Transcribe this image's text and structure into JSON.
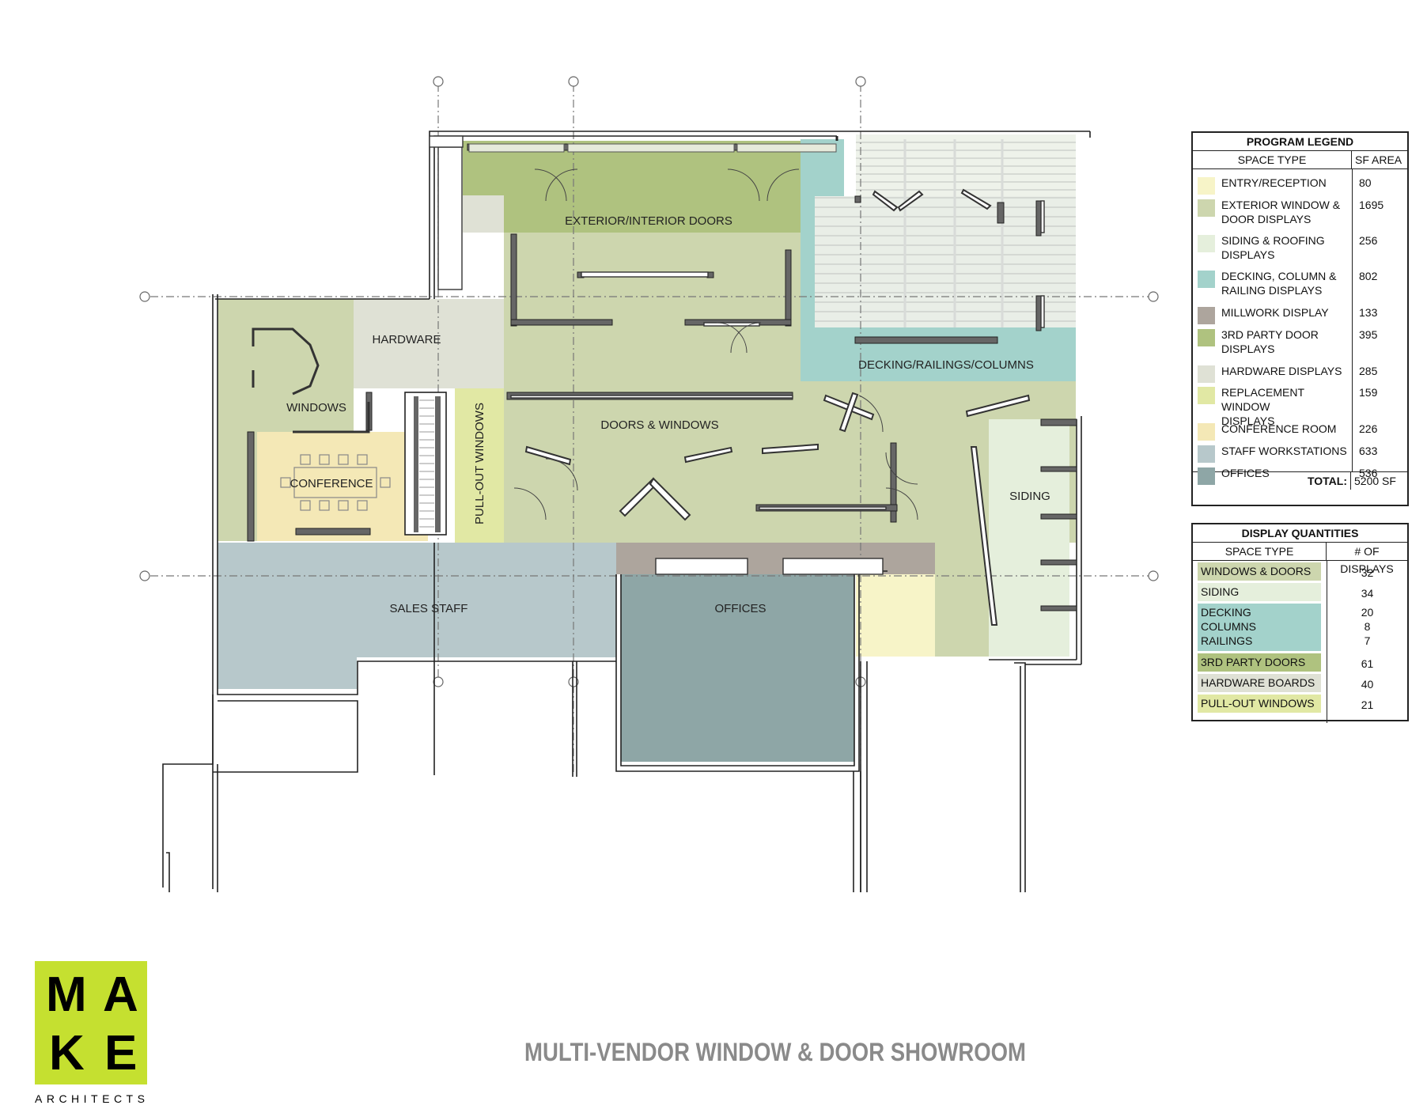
{
  "colors": {
    "entry_reception": "#f7f4c8",
    "exterior_window_door": "#cdd6ae",
    "siding_roofing": "#e5efdc",
    "decking_column_railing": "#a3d2cb",
    "millwork": "#ada59d",
    "third_party_door": "#afc27f",
    "hardware": "#dfe1d5",
    "replacement_window": "#e1e8a4",
    "conference": "#f4e8b6",
    "staff_workstations": "#b7c8cb",
    "offices": "#8ea6a6",
    "logo": "#c5e030",
    "title_gray": "#8a8a8a"
  },
  "rooms": {
    "exterior_interior_doors": "EXTERIOR/INTERIOR DOORS",
    "hardware": "HARDWARE",
    "windows": "WINDOWS",
    "conference": "CONFERENCE",
    "pull_out_windows": "PULL-OUT WINDOWS",
    "doors_windows": "DOORS & WINDOWS",
    "decking": "DECKING/RAILINGS/COLUMNS",
    "siding": "SIDING",
    "sales_staff": "SALES STAFF",
    "offices": "OFFICES"
  },
  "program_legend": {
    "title": "PROGRAM LEGEND",
    "col_space": "SPACE TYPE",
    "col_area": "SF AREA",
    "rows": [
      {
        "l1": "ENTRY/RECEPTION",
        "l2": "",
        "area": "80",
        "color": "#f7f4c8"
      },
      {
        "l1": "EXTERIOR WINDOW &",
        "l2": "DOOR DISPLAYS",
        "area": "1695",
        "color": "#cdd6ae"
      },
      {
        "l1": "SIDING  & ROOFING",
        "l2": "DISPLAYS",
        "area": "256",
        "color": "#e5efdc"
      },
      {
        "l1": "DECKING, COLUMN &",
        "l2": "RAILING DISPLAYS",
        "area": "802",
        "color": "#a3d2cb"
      },
      {
        "l1": "MILLWORK DISPLAY",
        "l2": "",
        "area": "133",
        "color": "#ada59d"
      },
      {
        "l1": "3RD PARTY DOOR",
        "l2": "DISPLAYS",
        "area": "395",
        "color": "#afc27f"
      },
      {
        "l1": "HARDWARE DISPLAYS",
        "l2": "",
        "area": "285",
        "color": "#dfe1d5"
      },
      {
        "l1": "REPLACEMENT WINDOW",
        "l2": "DISPLAYS",
        "area": "159",
        "color": "#e1e8a4"
      },
      {
        "l1": "CONFERENCE ROOM",
        "l2": "",
        "area": "226",
        "color": "#f4e8b6"
      },
      {
        "l1": "STAFF WORKSTATIONS",
        "l2": "",
        "area": "633",
        "color": "#b7c8cb"
      },
      {
        "l1": "OFFICES",
        "l2": "",
        "area": "536",
        "color": "#8ea6a6"
      }
    ],
    "total_label": "TOTAL:",
    "total_value": "5200 SF"
  },
  "display_quantities": {
    "title": "DISPLAY QUANTITIES",
    "col_space": "SPACE TYPE",
    "col_count": "# OF DISPLAYS",
    "rows": [
      {
        "lines": [
          "WINDOWS & DOORS"
        ],
        "counts": [
          "32"
        ],
        "color": "#cdd6ae"
      },
      {
        "lines": [
          "SIDING"
        ],
        "counts": [
          "34"
        ],
        "color": "#e5efdc"
      },
      {
        "lines": [
          "DECKING",
          "COLUMNS",
          "RAILINGS"
        ],
        "counts": [
          "20",
          "8",
          "7"
        ],
        "color": "#a3d2cb"
      },
      {
        "lines": [
          "3RD PARTY DOORS"
        ],
        "counts": [
          "61"
        ],
        "color": "#afc27f"
      },
      {
        "lines": [
          "HARDWARE BOARDS"
        ],
        "counts": [
          "40"
        ],
        "color": "#dfe1d5"
      },
      {
        "lines": [
          "PULL-OUT WINDOWS"
        ],
        "counts": [
          "21"
        ],
        "color": "#e1e8a4"
      }
    ]
  },
  "logo": {
    "letters": [
      "M",
      "A",
      "K",
      "E"
    ],
    "subtitle": "ARCHITECTS"
  },
  "sheet_title": "MULTI-VENDOR WINDOW & DOOR SHOWROOM"
}
